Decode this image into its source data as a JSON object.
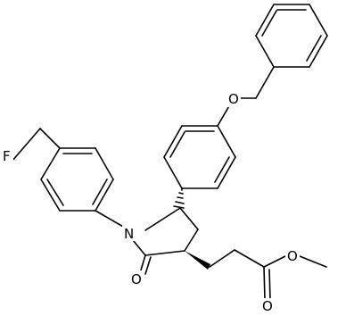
{
  "atoms": {
    "fluorine": "F",
    "nitrogen": "N",
    "ether_oxygen": "O",
    "carbonyl_oxygen": "O",
    "ester_carbonyl_oxygen": "O",
    "ester_oxygen": "O"
  },
  "colors": {
    "bond": "#000000",
    "background": "#ffffff"
  }
}
